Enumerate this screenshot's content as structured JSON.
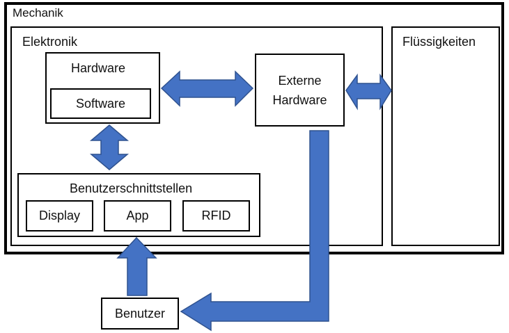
{
  "diagram": {
    "mechanik": "Mechanik",
    "elektronik": "Elektronik",
    "hardware": "Hardware",
    "software": "Software",
    "externe_hardware": "Externe\nHardware",
    "fluessigkeiten": "Flüssigkeiten",
    "benutzerschnittstellen": "Benutzerschnittstellen",
    "display": "Display",
    "app": "App",
    "rfid": "RFID",
    "benutzer": "Benutzer",
    "arrow_color": "#4472C4",
    "arrow_stroke": "#2F528F"
  }
}
